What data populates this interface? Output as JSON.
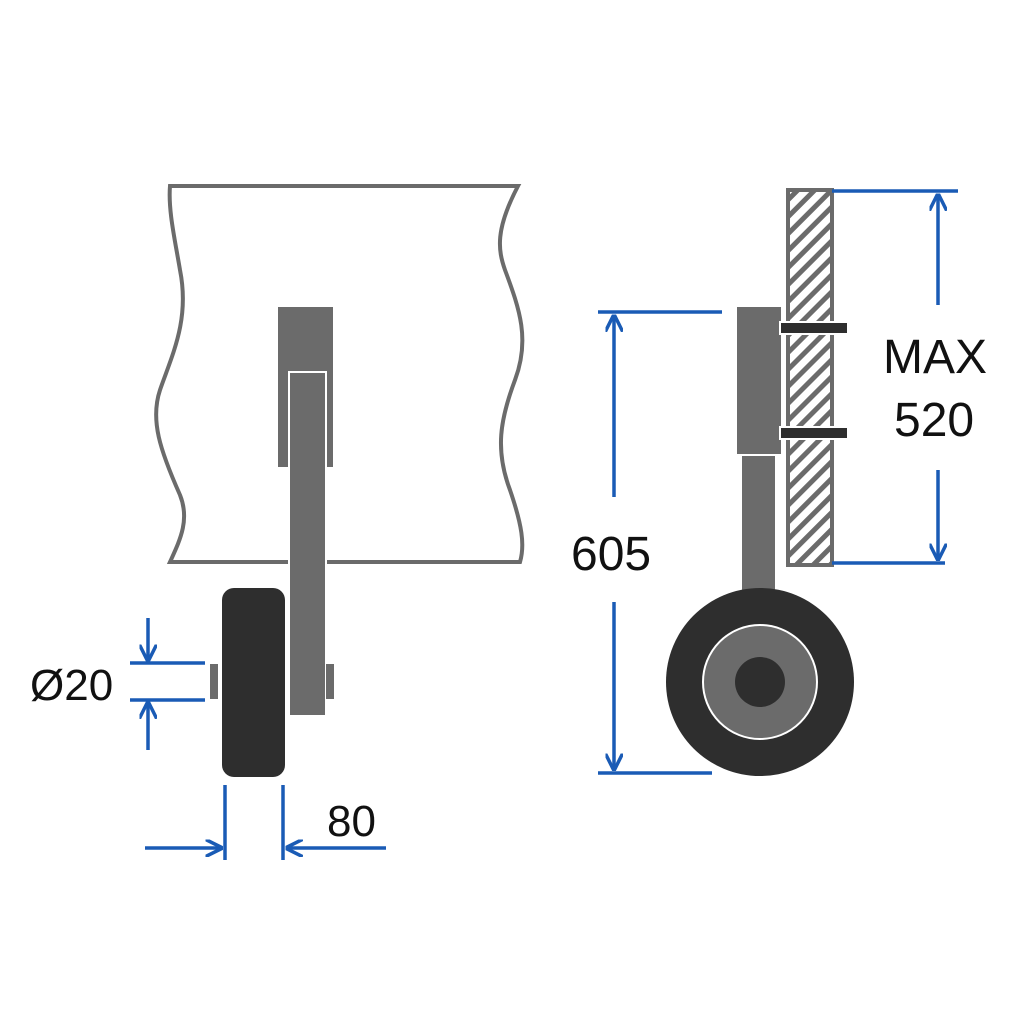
{
  "labels": {
    "axle_diameter": "Ø20",
    "wheel_width": "80",
    "total_height": "605",
    "max_label": "MAX",
    "max_value": "520"
  },
  "colors": {
    "dimension": "#1a5bb5",
    "metal": "#6b6b6b",
    "tire": "#2e2e2e",
    "outline": "#6b6b6b"
  }
}
